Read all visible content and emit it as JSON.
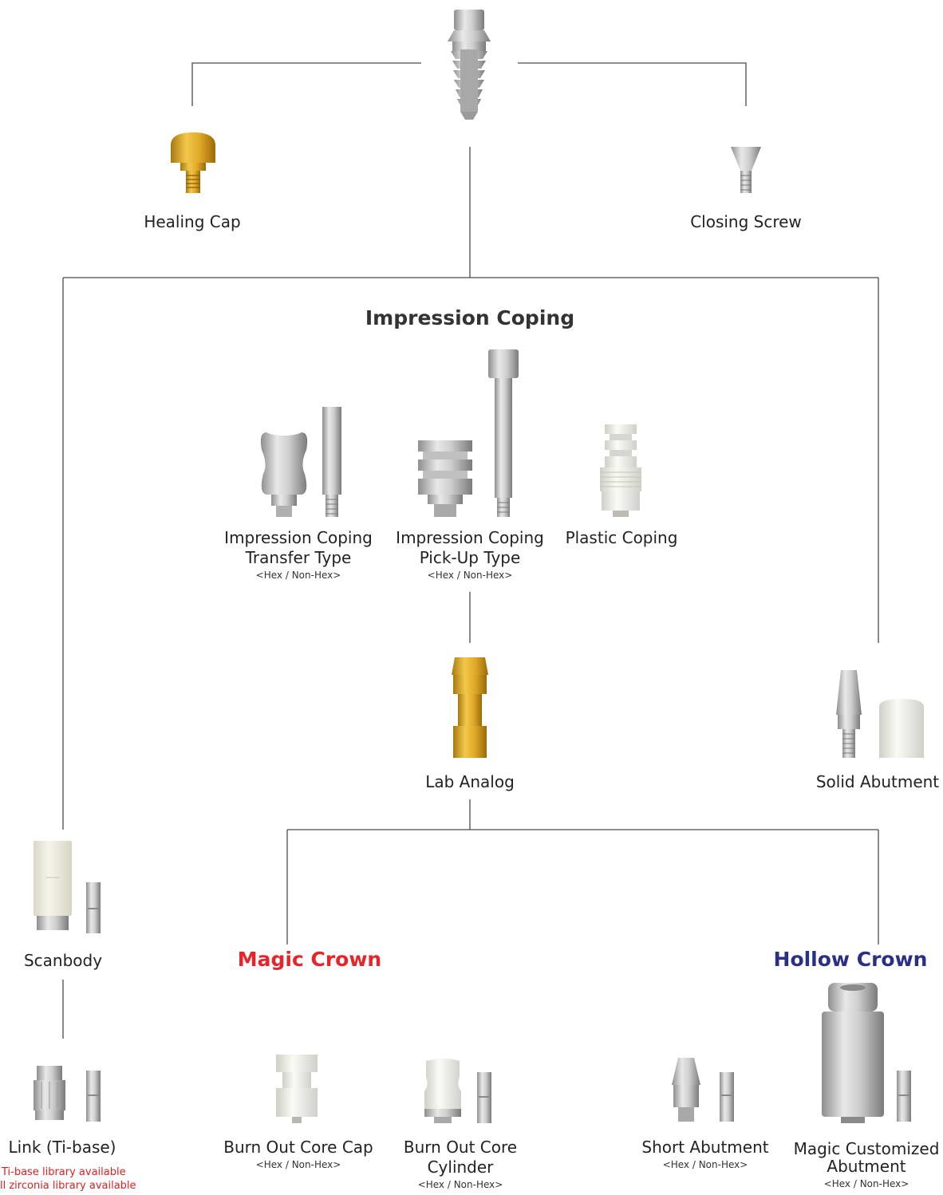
{
  "colors": {
    "line": "#4a4a4a",
    "magic_crown": "#e8242b",
    "hollow_crown": "#2b2f86",
    "note": "#e02020",
    "titanium": "#c8c8c8",
    "gold": "#d9a520",
    "plastic": "#eeeeea"
  },
  "nodes": {
    "implant": {
      "icon": "implant-fixture-icon"
    },
    "healing_cap": {
      "label": "Healing Cap",
      "icon": "healing-cap-icon"
    },
    "closing_screw": {
      "label": "Closing Screw",
      "icon": "closing-screw-icon"
    },
    "impression_coping_title": "Impression Coping",
    "coping_transfer": {
      "label_line1": "Impression Coping",
      "label_line2": "Transfer Type",
      "sub": "<Hex / Non-Hex>",
      "icon": "transfer-coping-icon"
    },
    "coping_pickup": {
      "label_line1": "Impression Coping",
      "label_line2": "Pick-Up Type",
      "sub": "<Hex / Non-Hex>",
      "icon": "pickup-coping-icon"
    },
    "plastic_coping": {
      "label": "Plastic Coping",
      "icon": "plastic-coping-icon"
    },
    "lab_analog": {
      "label": "Lab Analog",
      "icon": "lab-analog-icon"
    },
    "solid_abutment": {
      "label": "Solid Abutment",
      "icon": "solid-abutment-icon"
    },
    "scanbody": {
      "label": "Scanbody",
      "icon": "scanbody-icon"
    },
    "magic_crown_title": "Magic Crown",
    "hollow_crown_title": "Hollow Crown",
    "link_tibase": {
      "label": "Link (Ti-base)",
      "note_line1": "Ti-base library available",
      "note_line2": "ll zirconia library available",
      "icon": "link-tibase-icon"
    },
    "burn_out_cap": {
      "label": "Burn Out Core Cap",
      "sub": "<Hex / Non-Hex>",
      "icon": "burn-out-cap-icon"
    },
    "burn_out_cylinder": {
      "label_line1": "Burn Out Core",
      "label_line2": "Cylinder",
      "sub": "<Hex / Non-Hex>",
      "icon": "burn-out-cylinder-icon"
    },
    "short_abutment": {
      "label": "Short Abutment",
      "sub": "<Hex / Non-Hex>",
      "icon": "short-abutment-icon"
    },
    "magic_customized": {
      "label_line1": "Magic Customized",
      "label_line2": "Abutment",
      "sub": "<Hex / Non-Hex>",
      "icon": "customized-abutment-icon"
    }
  }
}
